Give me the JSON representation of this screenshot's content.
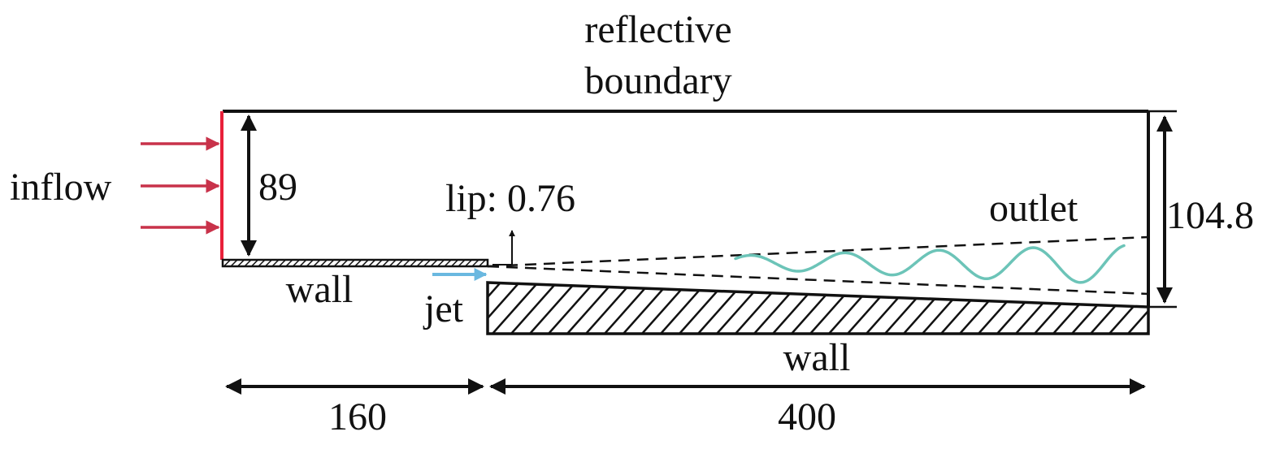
{
  "labels": {
    "top_boundary_line1": "reflective",
    "top_boundary_line2": "boundary",
    "inflow": "inflow",
    "inlet_height": "89",
    "lip": "lip: 0.76",
    "outlet": "outlet",
    "outlet_height": "104.8",
    "upper_wall": "wall",
    "jet": "jet",
    "lower_wall": "wall",
    "upstream_length": "160",
    "downstream_length": "400"
  },
  "colors": {
    "outline": "#111111",
    "inflow_boundary": "#e8203a",
    "inflow_arrows": "#c8324a",
    "jet_arrow": "#6ab8e0",
    "wake_wave": "#6cc4b8"
  }
}
